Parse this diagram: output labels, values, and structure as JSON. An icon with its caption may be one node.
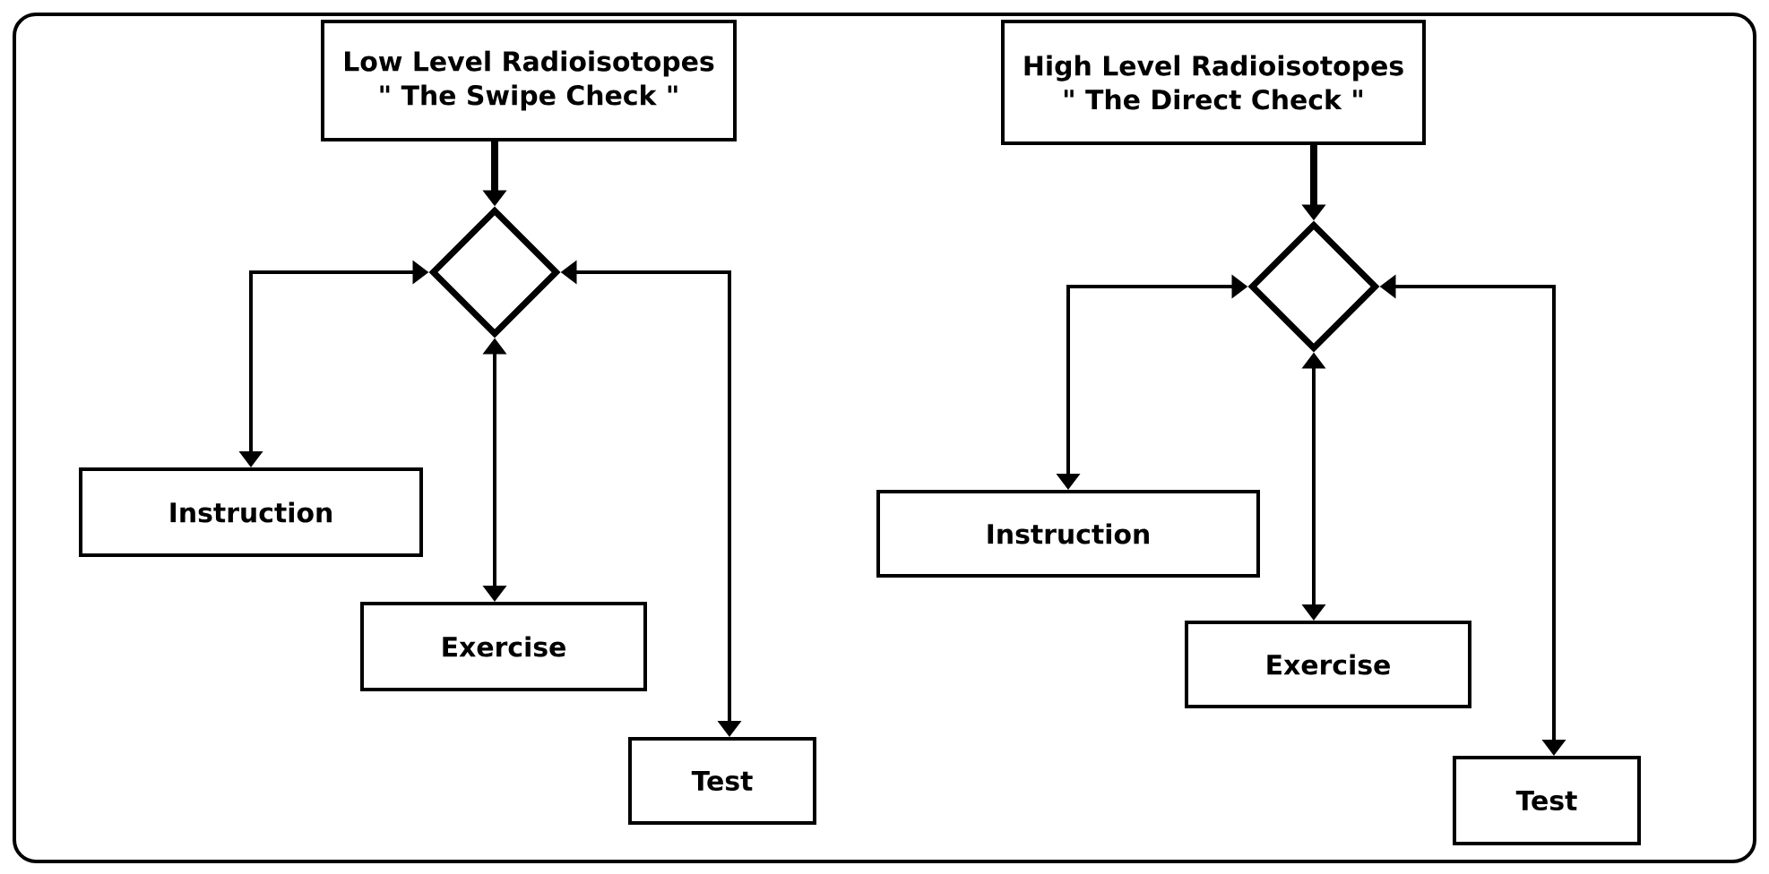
{
  "diagram": {
    "nodes": [
      {
        "text": [
          "Low Level Radioisotopes",
          "\" The Swipe Check \""
        ]
      },
      {
        "text": [],
        "shape": "diamond"
      },
      {
        "text": [
          "Instruction"
        ]
      },
      {
        "text": [
          "Exercise"
        ]
      },
      {
        "text": [
          "Test"
        ]
      },
      {
        "text": [
          "High Level Radioisotopes",
          "\" The Direct Check \""
        ]
      },
      {
        "text": [],
        "shape": "diamond"
      },
      {
        "text": [
          "Instruction"
        ]
      },
      {
        "text": [
          "Exercise"
        ]
      },
      {
        "text": [
          "Test"
        ]
      }
    ],
    "edges": [
      {
        "from": 0,
        "to": 1,
        "arrow": "to",
        "style": "thick"
      },
      {
        "from": 1,
        "to": 2,
        "arrow": "both"
      },
      {
        "from": 1,
        "to": 3,
        "arrow": "both"
      },
      {
        "from": 1,
        "to": 4,
        "arrow": "both"
      },
      {
        "from": 5,
        "to": 6,
        "arrow": "to",
        "style": "thick"
      },
      {
        "from": 6,
        "to": 7,
        "arrow": "both"
      },
      {
        "from": 6,
        "to": 8,
        "arrow": "both"
      },
      {
        "from": 6,
        "to": 9,
        "arrow": "both"
      }
    ]
  }
}
